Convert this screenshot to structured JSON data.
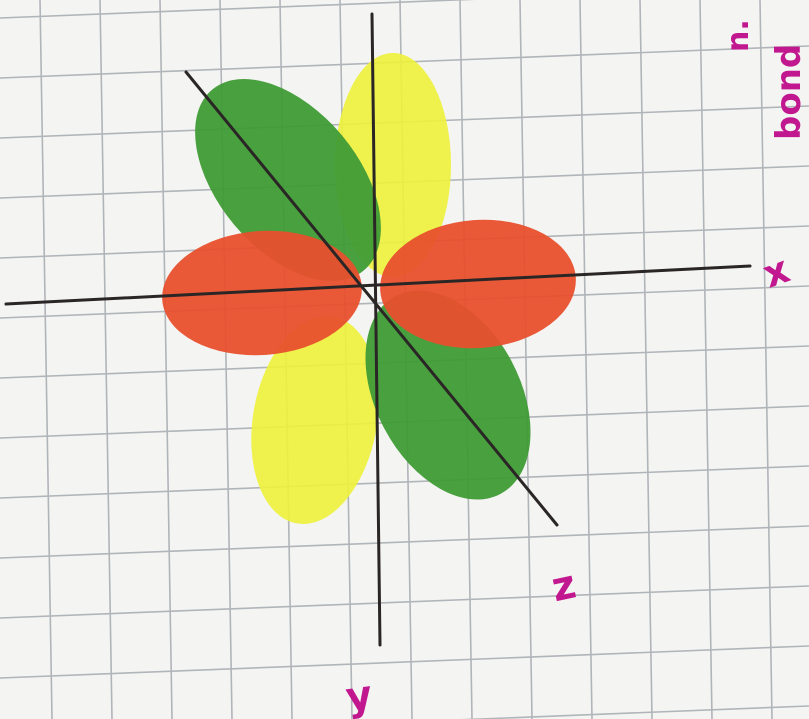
{
  "photo": {
    "kind": "hand-drawn orbital sketch on graph paper",
    "colors": {
      "paper": "#f4f4f2",
      "grid": "#9aa0a6",
      "axis": "#2b2626",
      "lobe_red": "#e8502d",
      "lobe_green": "#3f9b35",
      "lobe_yellow": "#eef23a",
      "ink": "#c2188f"
    }
  },
  "labels": {
    "x_axis": "x",
    "z_axis": "z",
    "y_axis": "y",
    "margin_word": "bond",
    "margin_fragment": "n."
  }
}
